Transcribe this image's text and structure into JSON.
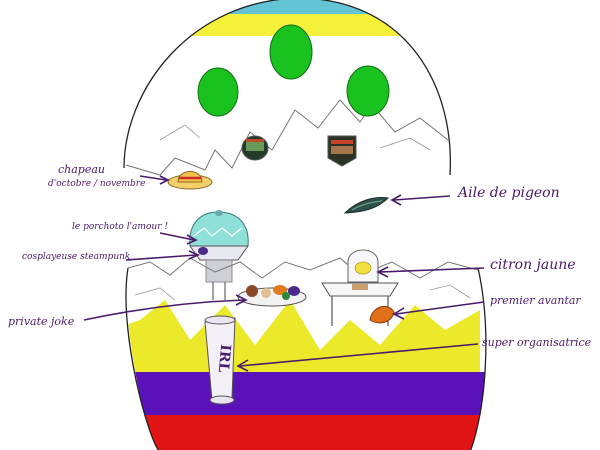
{
  "labels": {
    "chapeau_line1": "chapeau",
    "chapeau_line2": "d'octobre / novembre",
    "aile": "Aile de pigeon",
    "porcelaine": "le porchoto l'amour !",
    "cosplay": "cosplayeuse steampunk",
    "citron": "citron jaune",
    "private_joke": "private joke",
    "premier": "premier avantar",
    "super": "super organisatrice"
  },
  "scroll_text": "IRL",
  "colors": {
    "label": "#4a1a6b",
    "top_cap": "#63c4d6",
    "top_band": "#f5f03a",
    "egg_spots": "#19c21e",
    "bottom_yellow": "#ece92a",
    "bottom_purple": "#5a12b8",
    "bottom_red": "#e01414",
    "lamp": "#8fe0d8"
  }
}
